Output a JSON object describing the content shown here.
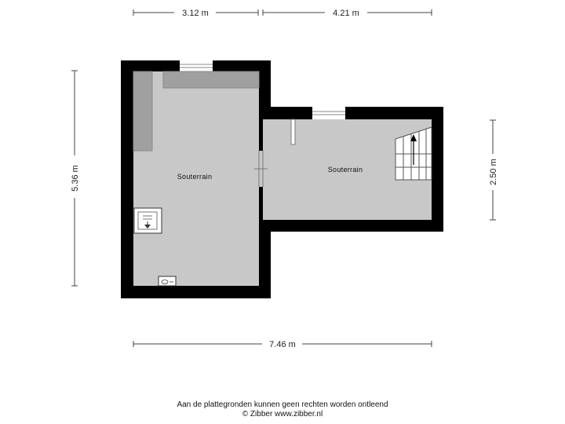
{
  "dimensions": {
    "top_left": "3.12 m",
    "top_right": "4.21 m",
    "left": "5.36 m",
    "right": "2.50 m",
    "bottom": "7.46 m"
  },
  "rooms": {
    "left": "Souterrain",
    "right": "Souterrain"
  },
  "footer": {
    "line1": "Aan de plattegronden kunnen geen rechten worden ontleend",
    "line2": "© Zibber www.zibber.nl"
  },
  "colors": {
    "wall": "#000000",
    "floor": "#c8c8c8",
    "fixture": "#a0a0a0"
  }
}
